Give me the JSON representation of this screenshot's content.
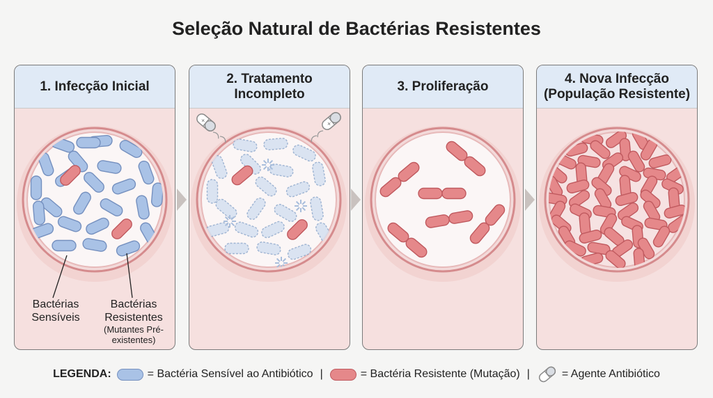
{
  "title": "Seleção Natural de Bactérias Resistentes",
  "panels": [
    {
      "label": "1. Infecção Inicial"
    },
    {
      "label": "2. Tratamento Incompleto"
    },
    {
      "label": "3. Proliferação"
    },
    {
      "label": "4. Nova Infecção (População Resistente)"
    }
  ],
  "annotations": {
    "sensitive": "Bactérias Sensíveis",
    "resistant": "Bactérias Resistentes",
    "resistant_note": "(Mutantes Pré-existentes)"
  },
  "legend": {
    "key": "LEGENDA:",
    "sensitive": "= Bactéria Sensível ao Antibiótico",
    "resistant": "= Bactéria Resistente (Mutação)",
    "antibiotic": "= Agente Antibiótico",
    "separator": "|"
  },
  "colors": {
    "sensitive_fill": "#a9c2e6",
    "resistant_fill": "#e5888a",
    "panel_bg": "#f6e0df",
    "header_bg": "#e0eaf6"
  },
  "icons": [
    "capsule-icon",
    "bacterium-icon"
  ]
}
